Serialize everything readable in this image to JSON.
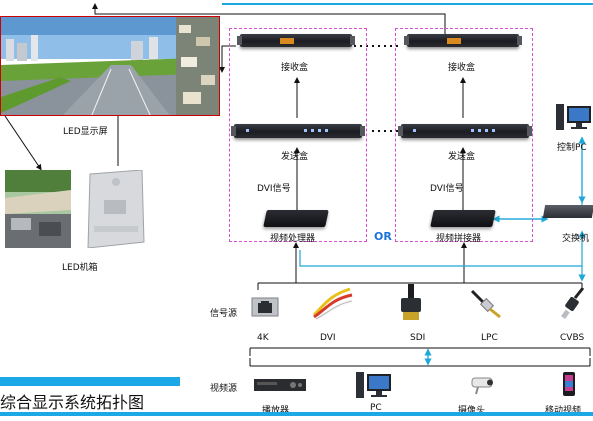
{
  "title": "综合显示系统拓扑图",
  "devices": {
    "receiver_left": "接收盒",
    "receiver_right": "接收盒",
    "sender_left": "发送盒",
    "sender_right": "发送盒",
    "dvi_left": "DVI信号",
    "dvi_right": "DVI信号",
    "video_processor": "视频处理器",
    "video_splicer": "视频拼接器",
    "or_label": "OR",
    "control_pc": "控制PC",
    "switch": "交换机"
  },
  "screen": {
    "screen_label": "LED显示屏",
    "cabinet_label": "LED机箱"
  },
  "signal_sources": {
    "label": "信号源",
    "items": [
      "4K",
      "DVI",
      "SDI",
      "LPC",
      "CVBS"
    ]
  },
  "video_sources": {
    "label": "视频源",
    "items": [
      "播放器",
      "PC",
      "摄像头",
      "移动视频"
    ]
  },
  "colors": {
    "accent": "#1aa8e6",
    "dashed_box": "#d94fd0",
    "connector": "#1fa8d8"
  }
}
